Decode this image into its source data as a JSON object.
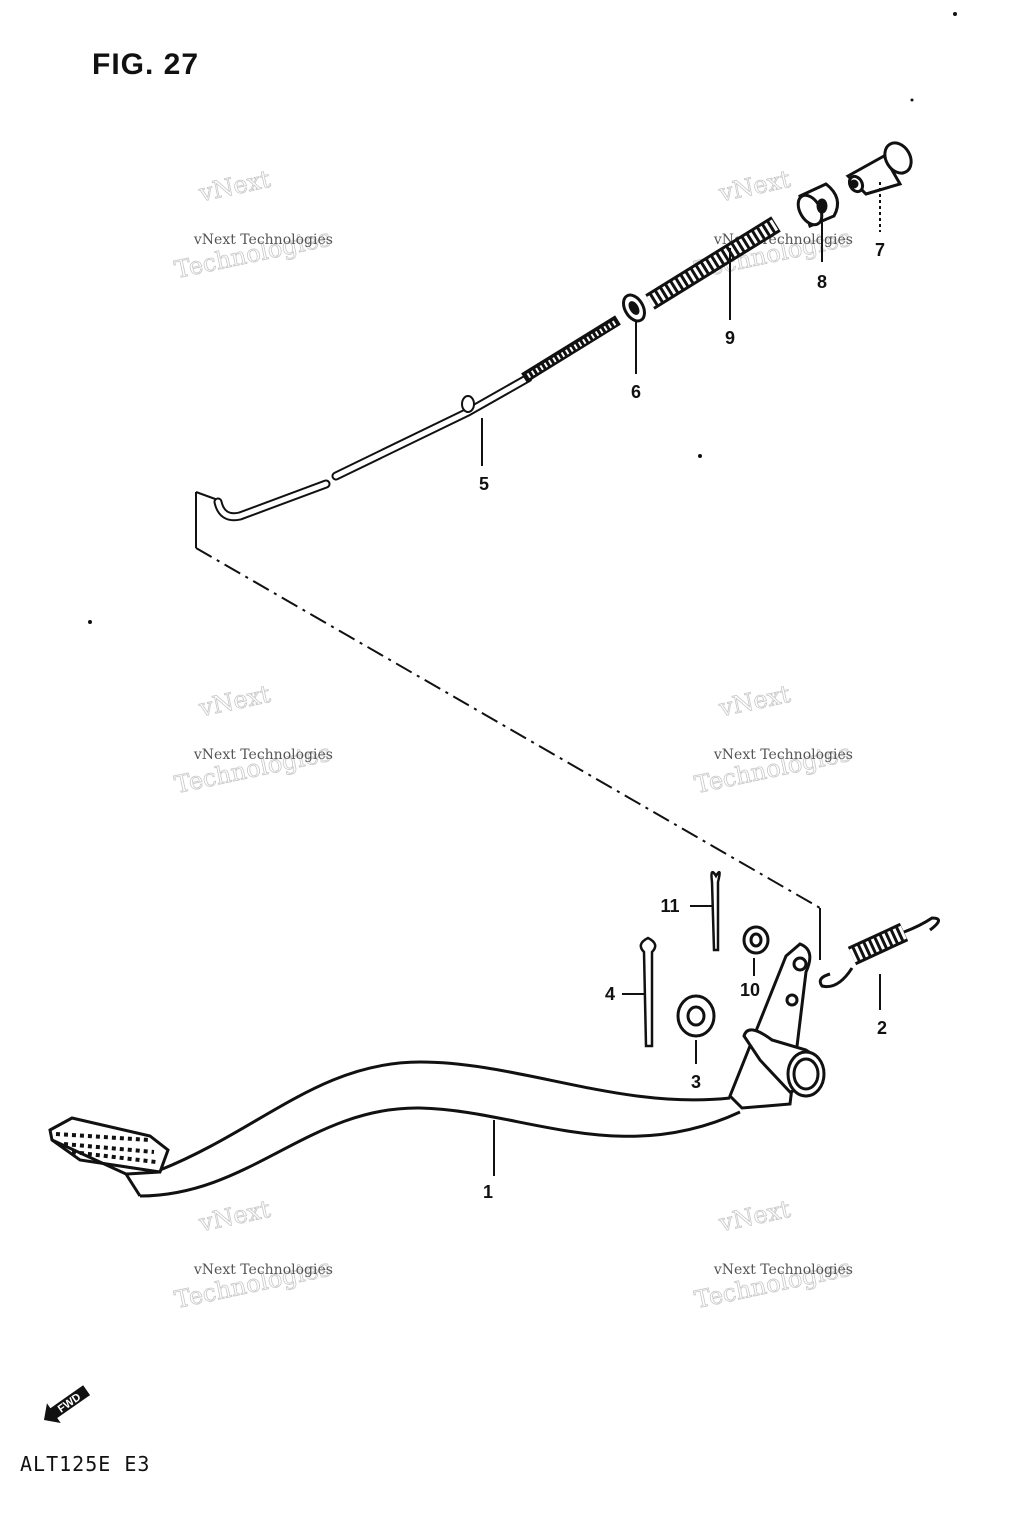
{
  "figure": {
    "title": "FIG. 27",
    "model_code": "ALT125E E3"
  },
  "callouts": [
    {
      "id": "1",
      "label": "1"
    },
    {
      "id": "2",
      "label": "2"
    },
    {
      "id": "3",
      "label": "3"
    },
    {
      "id": "4",
      "label": "4"
    },
    {
      "id": "5",
      "label": "5"
    },
    {
      "id": "6",
      "label": "6"
    },
    {
      "id": "7",
      "label": "7"
    },
    {
      "id": "8",
      "label": "8"
    },
    {
      "id": "9",
      "label": "9"
    },
    {
      "id": "10",
      "label": "10"
    },
    {
      "id": "11",
      "label": "11"
    }
  ],
  "direction_marker": {
    "label": "FWD",
    "icon": "fwd-arrow-icon"
  },
  "watermark": {
    "line1": "vNext Technologies",
    "line2": "vNext",
    "line3": "Technologies"
  }
}
